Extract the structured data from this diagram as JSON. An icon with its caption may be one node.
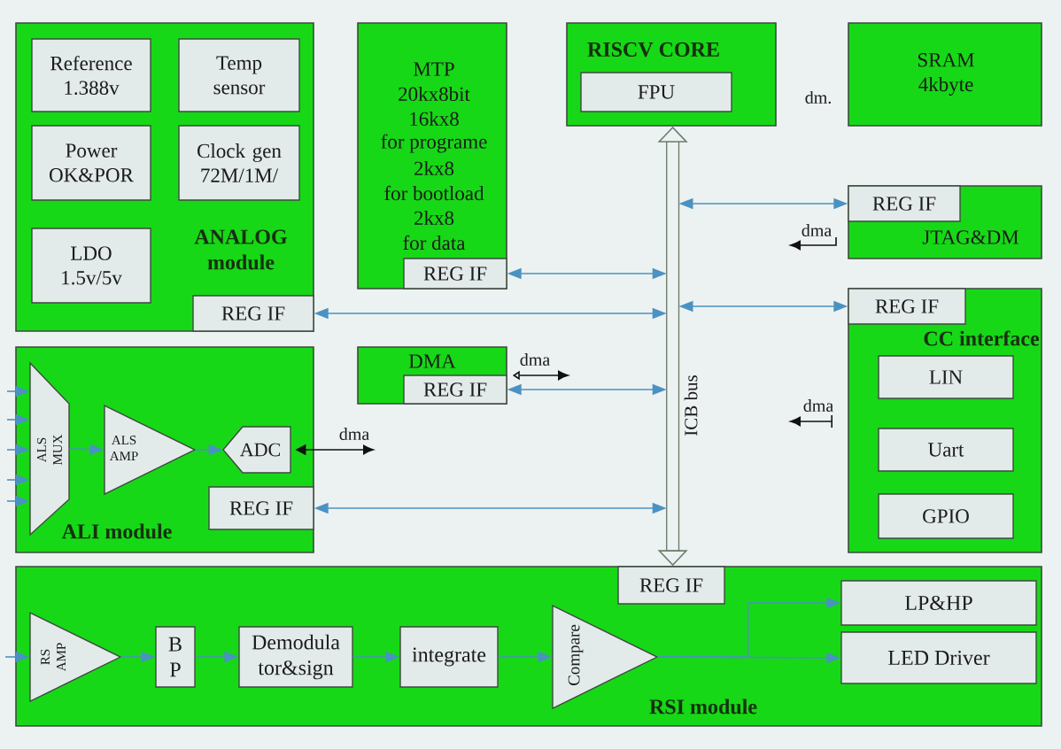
{
  "diagram": {
    "nodes": [
      {
        "text": [
          "ANALOG module"
        ]
      },
      {
        "text": [
          "Reference 1.388v"
        ],
        "in": 0
      },
      {
        "text": [
          "Temp sensor"
        ],
        "in": 0
      },
      {
        "text": [
          "Power OK&POR"
        ],
        "in": 0
      },
      {
        "text": [
          "Clock gen 72M/1M/"
        ],
        "in": 0
      },
      {
        "text": [
          "LDO 1.5v/5v"
        ],
        "in": 0
      },
      {
        "text": [
          "REG IF"
        ],
        "in": 0
      },
      {
        "text": [
          "MTP",
          "20kx8bit",
          "16kx8",
          "for programe",
          "2kx8",
          "for bootload",
          "2kx8",
          "for data"
        ]
      },
      {
        "text": [
          "REG IF"
        ],
        "in": 7
      },
      {
        "text": [
          "RISCV CORE"
        ]
      },
      {
        "text": [
          "FPU"
        ],
        "in": 9
      },
      {
        "text": [
          "SRAM 4kbyte"
        ]
      },
      {
        "text": [
          "JTAG&DM"
        ]
      },
      {
        "text": [
          "REG IF"
        ],
        "in": 12
      },
      {
        "text": [
          "ICB bus"
        ]
      },
      {
        "text": [
          "CC interface"
        ]
      },
      {
        "text": [
          "REG IF"
        ],
        "in": 15
      },
      {
        "text": [
          "LIN"
        ],
        "in": 15
      },
      {
        "text": [
          "Uart"
        ],
        "in": 15
      },
      {
        "text": [
          "GPIO"
        ],
        "in": 15
      },
      {
        "text": [
          "ALI module"
        ]
      },
      {
        "text": [
          "ALS MUX"
        ],
        "in": 20
      },
      {
        "text": [
          "ALS AMP"
        ],
        "in": 20
      },
      {
        "text": [
          "ADC"
        ],
        "in": 20
      },
      {
        "text": [
          "REG IF"
        ],
        "in": 20
      },
      {
        "text": [
          "DMA"
        ]
      },
      {
        "text": [
          "REG IF"
        ],
        "in": 25
      },
      {
        "text": [
          "RSI module"
        ]
      },
      {
        "text": [
          "REG IF"
        ],
        "in": 27
      },
      {
        "text": [
          "RS AMP"
        ],
        "in": 27
      },
      {
        "text": [
          "B P"
        ],
        "in": 27
      },
      {
        "text": [
          "Demodula tor&sign"
        ],
        "in": 27
      },
      {
        "text": [
          "integrate"
        ],
        "in": 27
      },
      {
        "text": [
          "Compare"
        ],
        "in": 27
      },
      {
        "text": [
          "LP&HP"
        ],
        "in": 27
      },
      {
        "text": [
          "LED Driver"
        ],
        "in": 27
      }
    ],
    "edges": [
      {
        "from": 14,
        "to": 13,
        "arrow": "both"
      },
      {
        "from": 14,
        "to": 8,
        "arrow": "both"
      },
      {
        "from": 14,
        "to": 16,
        "arrow": "both"
      },
      {
        "from": 14,
        "to": 6,
        "arrow": "both"
      },
      {
        "from": 14,
        "to": 26,
        "arrow": "both"
      },
      {
        "from": 14,
        "to": 24,
        "arrow": "both"
      },
      {
        "from": 14,
        "to": 9,
        "arrow": "to",
        "color": "#6e7e6e"
      },
      {
        "from": 14,
        "to": 28,
        "arrow": "to",
        "color": "#6e7e6e"
      },
      {
        "from": null,
        "to": 21,
        "arrow": "to"
      },
      {
        "from": null,
        "to": 21,
        "arrow": "to"
      },
      {
        "from": null,
        "to": 21,
        "arrow": "to"
      },
      {
        "from": null,
        "to": 21,
        "arrow": "to"
      },
      {
        "from": null,
        "to": 21,
        "arrow": "to"
      },
      {
        "from": 21,
        "to": 22,
        "arrow": "to"
      },
      {
        "from": 22,
        "to": 23,
        "arrow": "to"
      },
      {
        "from": null,
        "to": 29,
        "arrow": "to"
      },
      {
        "from": 29,
        "to": 30,
        "arrow": "to"
      },
      {
        "from": 30,
        "to": 31,
        "arrow": "to"
      },
      {
        "from": 31,
        "to": 32,
        "arrow": "to"
      },
      {
        "from": 32,
        "to": 33,
        "arrow": "to"
      },
      {
        "from": 33,
        "to": 34,
        "arrow": "to"
      },
      {
        "from": 33,
        "to": 35,
        "arrow": "to"
      },
      {
        "from": 25,
        "to": null,
        "arrow": "both",
        "label": "dma",
        "color": "#111111"
      },
      {
        "from": 23,
        "to": null,
        "arrow": "both",
        "label": "dma",
        "color": "#111111"
      }
    ],
    "labels": [
      "dm.",
      "dma",
      "dma"
    ]
  }
}
